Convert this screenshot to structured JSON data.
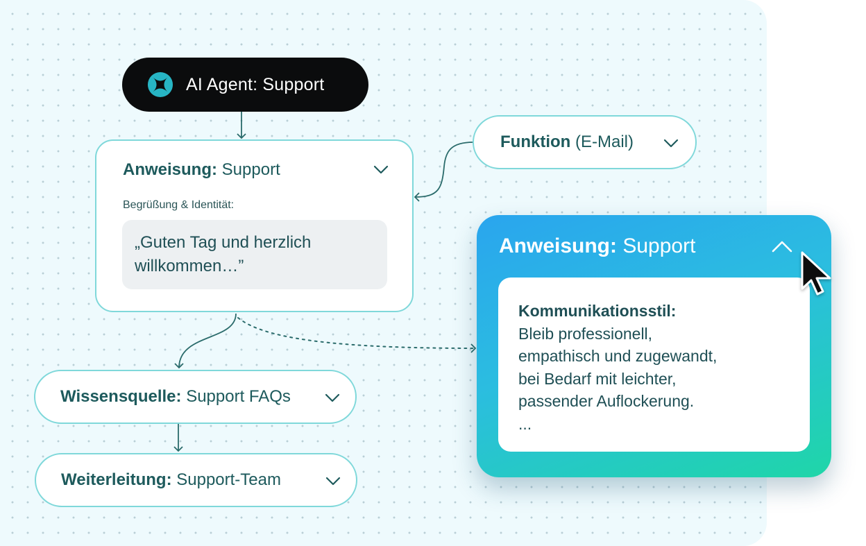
{
  "agent": {
    "prefix": "AI Agent:",
    "name": "Support",
    "logo_icon": "teal-star-logo",
    "background": "#0b0c0d"
  },
  "instruction_card": {
    "title_bold": "Anweisung:",
    "title_value": "Support",
    "field_label": "Begrüßung & Identität:",
    "quote_lines": [
      "„Guten Tag und herzlich",
      "willkommen…”"
    ]
  },
  "function_node": {
    "title_bold": "Funktion",
    "title_value": "(E-Mail)"
  },
  "knowledge_node": {
    "title_bold": "Wissensquelle:",
    "title_value": "Support FAQs"
  },
  "forwarding_node": {
    "title_bold": "Weiterleitung:",
    "title_value": "Support-Team"
  },
  "expanded_card": {
    "title_bold": "Anweisung:",
    "title_value": "Support",
    "section_heading": "Kommunikationsstil:",
    "body_lines": [
      "Bleib professionell,",
      "empathisch und zugewandt,",
      "bei Bedarf mit leichter,",
      "passender Auflockerung.",
      "..."
    ],
    "gradient_colors": [
      "#2aa5ee",
      "#1fd6a8"
    ]
  },
  "colors": {
    "node_border": "#7fd8da",
    "connector": "#2a6b6b",
    "text": "#1d5a5c"
  }
}
